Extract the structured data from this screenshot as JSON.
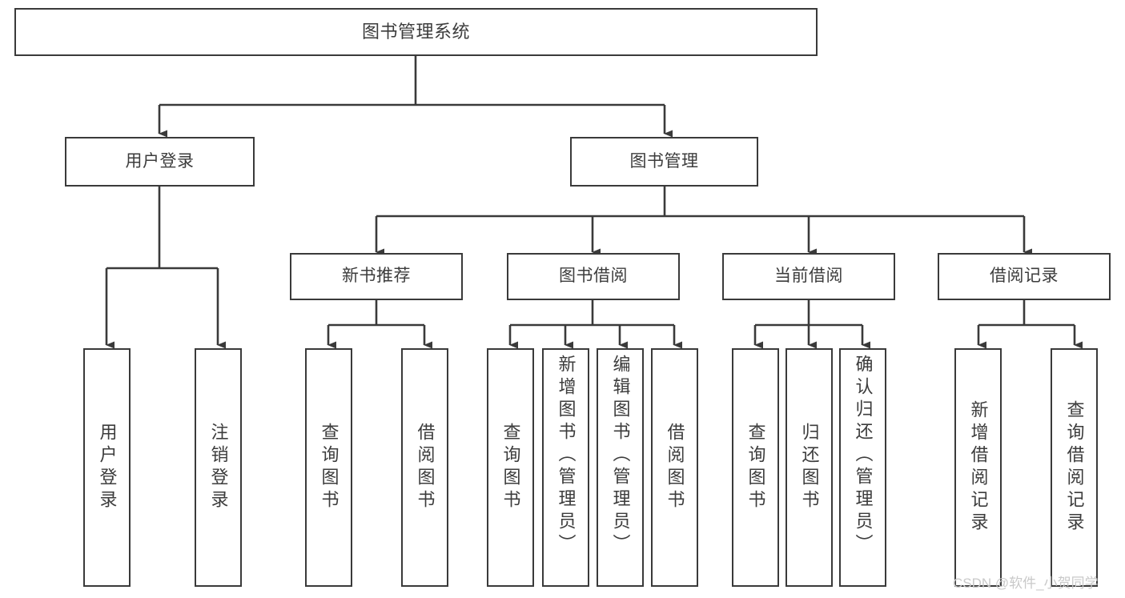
{
  "diagram": {
    "title": "图书管理系统",
    "type": "hierarchy-tree",
    "root": {
      "label": "图书管理系统"
    },
    "level2": [
      {
        "label": "用户登录"
      },
      {
        "label": "图书管理"
      }
    ],
    "level3": [
      {
        "label": "新书推荐"
      },
      {
        "label": "图书借阅"
      },
      {
        "label": "当前借阅"
      },
      {
        "label": "借阅记录"
      }
    ],
    "leaves": {
      "user_login": [
        {
          "label": "用户登录"
        },
        {
          "label": "注销登录"
        }
      ],
      "new_book_recommend": [
        {
          "label": "查询图书"
        },
        {
          "label": "借阅图书"
        }
      ],
      "book_borrow": [
        {
          "label": "查询图书"
        },
        {
          "label": "新增图书（管理员）"
        },
        {
          "label": "编辑图书（管理员）"
        },
        {
          "label": "借阅图书"
        }
      ],
      "current_borrow": [
        {
          "label": "查询图书"
        },
        {
          "label": "归还图书"
        },
        {
          "label": "确认归还（管理员）"
        }
      ],
      "borrow_record": [
        {
          "label": "新增借阅记录"
        },
        {
          "label": "查询借阅记录"
        }
      ]
    }
  },
  "watermark": {
    "text": "CSDN @软件_小贺同学"
  },
  "colors": {
    "border": "#3a3a3a",
    "text": "#3c3c3c",
    "background": "#ffffff",
    "watermark": "#c9c9c9"
  }
}
